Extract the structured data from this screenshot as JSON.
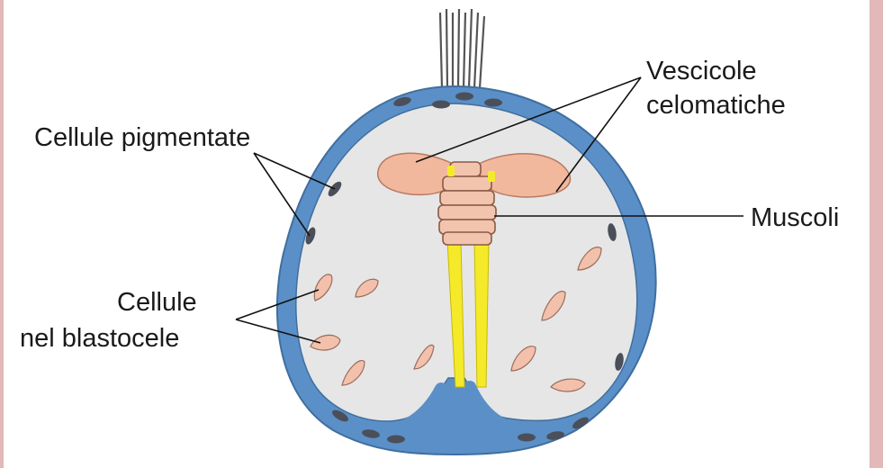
{
  "labels": {
    "vescicole_line1": "Vescicole",
    "vescicole_line2": "celomatiche",
    "pigmentate": "Cellule pigmentate",
    "muscoli": "Muscoli",
    "blastocele_line1": "Cellule",
    "blastocele_line2": "nel blastocele"
  },
  "colors": {
    "border_frame": "#e2b8b8",
    "epithelium": "#5b8fc7",
    "epithelium_edge": "#3f6f9f",
    "cavity": "#e6e6e6",
    "pigment_cell": "#4a4f5a",
    "vesicle": "#f2b89e",
    "muscle": "#f2c4ad",
    "nerve_yellow": "#f5ea2a",
    "mesenchyme": "#f2c0ab",
    "cilia": "#555555",
    "leader": "#111111"
  }
}
